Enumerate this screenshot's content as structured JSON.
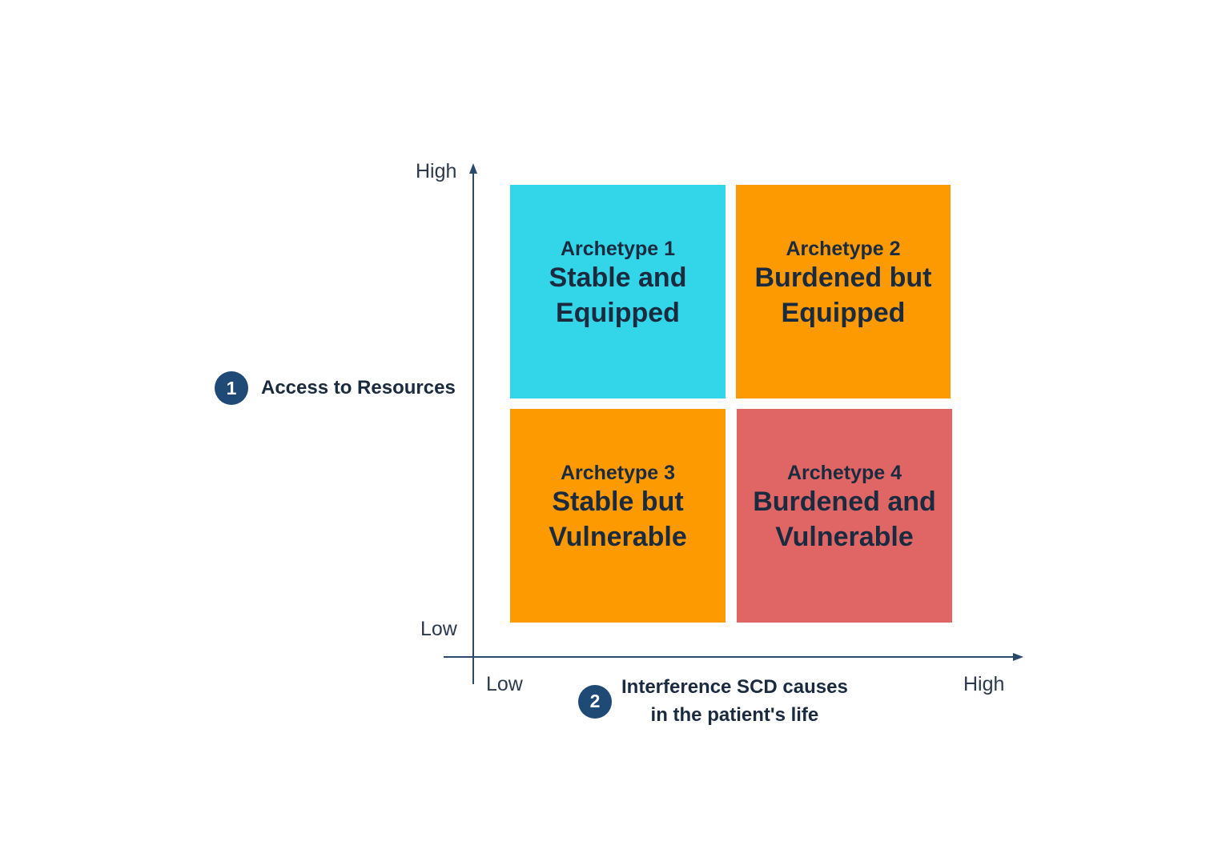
{
  "y_axis": {
    "number": "1",
    "title": "Access to Resources",
    "high_label": "High",
    "low_label": "Low"
  },
  "x_axis": {
    "number": "2",
    "title_line1": "Interference SCD causes",
    "title_line2": "in the patient's life",
    "low_label": "Low",
    "high_label": "High"
  },
  "quadrants": [
    {
      "number": "Archetype 1",
      "title": "Stable and Equipped",
      "color": "#33d6e8"
    },
    {
      "number": "Archetype 2",
      "title": "Burdened but Equipped",
      "color": "#fd9a01"
    },
    {
      "number": "Archetype 3",
      "title": "Stable but Vulnerable",
      "color": "#fd9a01"
    },
    {
      "number": "Archetype 4",
      "title": "Burdened and Vulnerable",
      "color": "#e06666"
    }
  ],
  "colors": {
    "axis": "#2b4a6b",
    "badge": "#1f4a75",
    "text": "#1a2a3f"
  }
}
